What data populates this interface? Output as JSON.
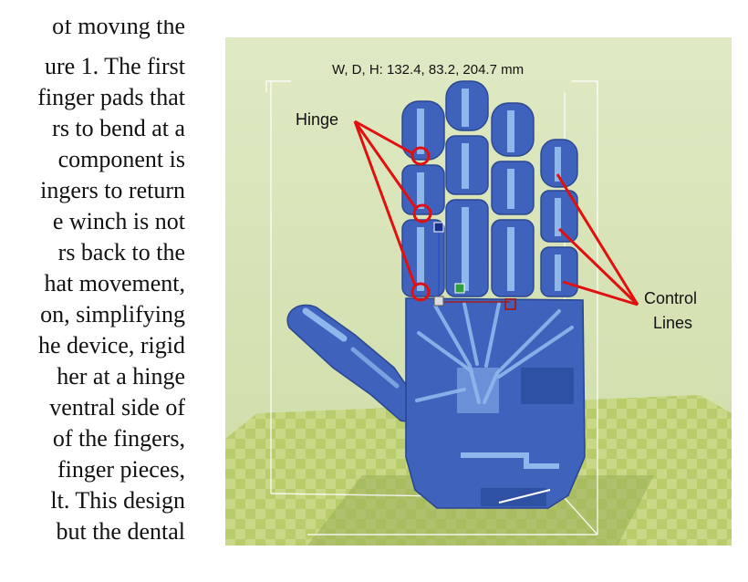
{
  "page_text": {
    "lines": [
      "of moving the",
      "ure 1. The first",
      "finger pads that",
      "rs to bend at a",
      "component is",
      "ingers to return",
      "e winch is not",
      "rs back to the",
      "hat movement,",
      "on, simplifying",
      "he device, rigid",
      "her at a hinge",
      "ventral side of",
      "of the fingers,",
      "finger pieces,",
      "lt.  This design",
      "but the dental"
    ]
  },
  "figure": {
    "dimensions_readout": "W, D, H: 132.4, 83.2, 204.7 mm",
    "hinge_label": "Hinge",
    "control_label_line1": "Control",
    "control_label_line2": "Lines",
    "colors": {
      "background": "#d6e3b6",
      "floor": "#b8cc6c",
      "hand": "#3b5fb8",
      "hand_highlight": "#8fb7ec",
      "annotation": "#e01010"
    }
  }
}
